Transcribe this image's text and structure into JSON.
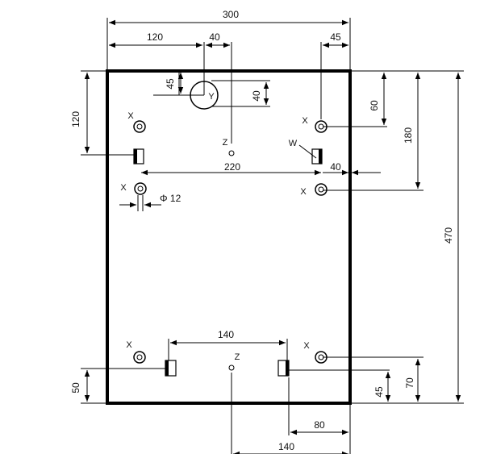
{
  "dimensions": {
    "width_300": "300",
    "top_120": "120",
    "top_40": "40",
    "top_45": "45",
    "left_120": "120",
    "y_45": "45",
    "y_40": "40",
    "right_60": "60",
    "right_180": "180",
    "right_470": "470",
    "mid_220": "220",
    "mid_40": "40",
    "phi_12": "Φ 12",
    "bottom_140": "140",
    "left_50": "50",
    "right_45": "45",
    "right_70": "70",
    "bottom_80": "80",
    "bottom_140_b": "140"
  },
  "markers": {
    "x": "X",
    "y": "Y",
    "z": "Z",
    "w": "W"
  },
  "colors": {
    "line": "#000000",
    "background": "#ffffff"
  }
}
